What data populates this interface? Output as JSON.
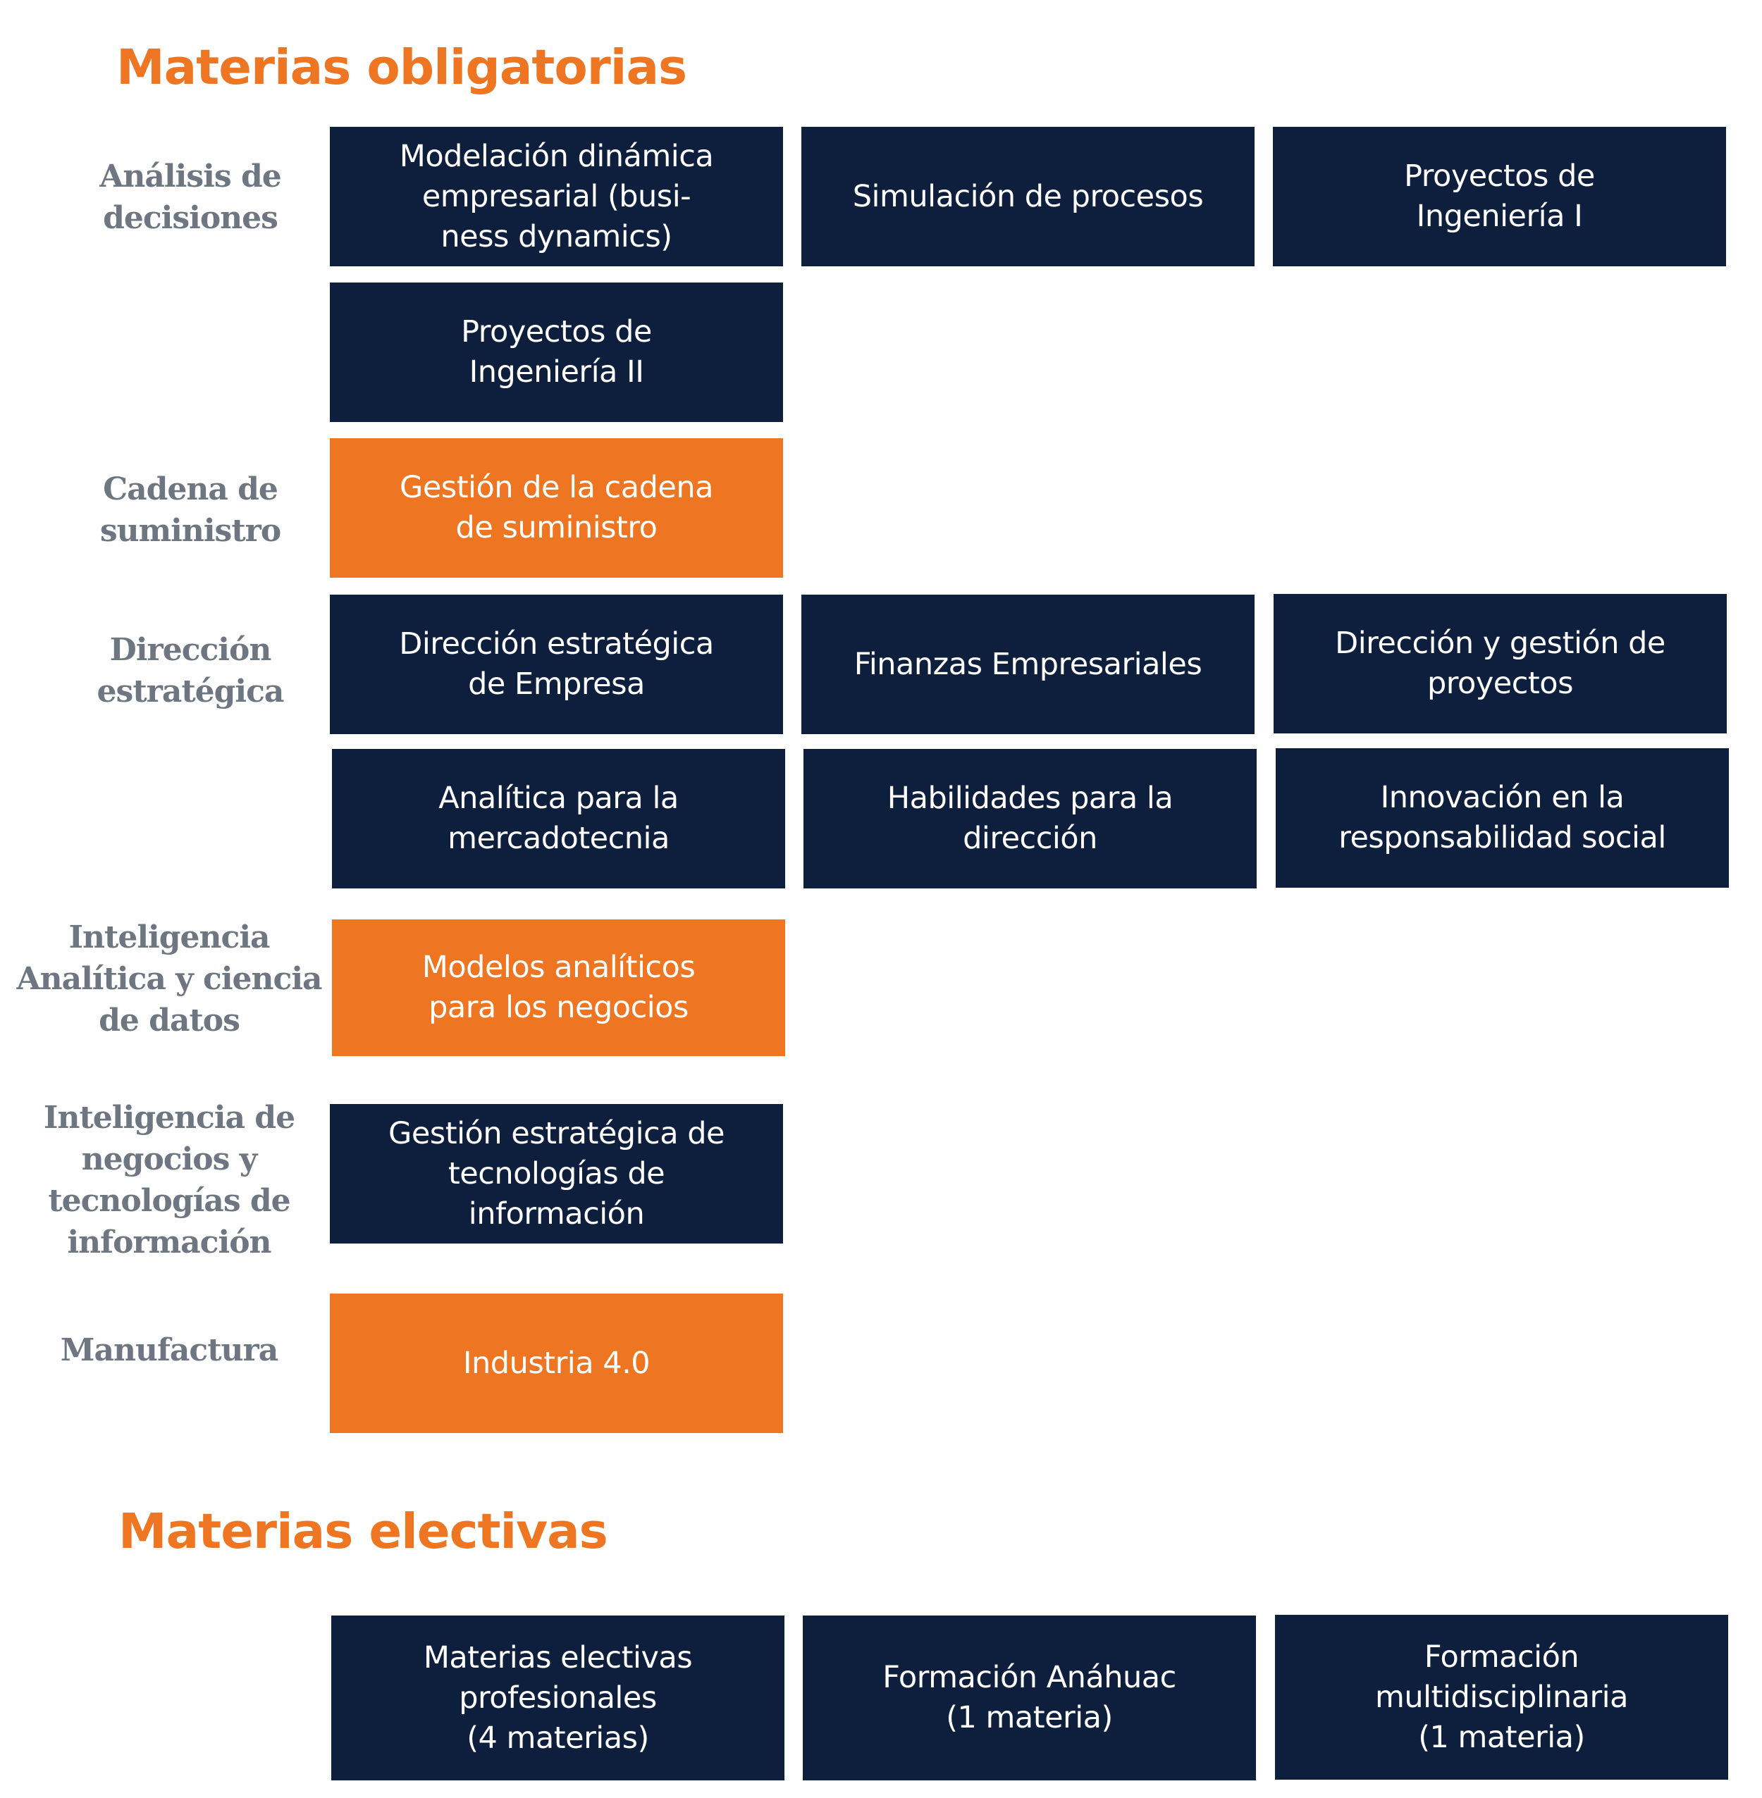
{
  "colors": {
    "accent_orange": "#EE7623",
    "navy": "#0E1F3D",
    "label_gray": "#6E7681",
    "background": "#FFFFFF"
  },
  "titles": {
    "obligatorias": "Materias obligatorias",
    "electivas": "Materias electivas"
  },
  "row_labels": {
    "analisis": "Análisis de\ndecisiones",
    "cadena": "Cadena de\nsuministro",
    "direccion": "Dirección\nestratégica",
    "inteligencia_analitica": "Inteligencia\nAnalítica y ciencia\nde datos",
    "inteligencia_negocios": "Inteligencia de\nnegocios y\ntecnologías de\ninformación",
    "manufactura": "Manufactura"
  },
  "subjects": {
    "modelacion": "Modelación dinámica\nempresarial (busi-\nness dynamics)",
    "simulacion": "Simulación de procesos",
    "proyectos_1": "Proyectos de\nIngeniería I",
    "proyectos_2": "Proyectos de\nIngeniería II",
    "cadena_suministro": "Gestión de la cadena\nde suministro",
    "direccion_empresa": "Dirección estratégica\nde Empresa",
    "finanzas": "Finanzas Empresariales",
    "gestion_proyectos": "Dirección y gestión de\nproyectos",
    "analitica_mercadotecnia": "Analítica para la\nmercadotecnia",
    "habilidades": "Habilidades para la\ndirección",
    "innovacion": "Innovación en la\nresponsabilidad social",
    "modelos_analiticos": "Modelos analíticos\npara los negocios",
    "gestion_tecnologias": "Gestión estratégica de\ntecnologías de\ninformación",
    "industria": "Industria 4.0"
  },
  "electives": {
    "profesionales": "Materias electivas\nprofesionales\n(4 materias)",
    "anahuac": "Formación Anáhuac\n(1 materia)",
    "multidisciplinaria": "Formación\nmultidisciplinaria\n(1 materia)"
  }
}
